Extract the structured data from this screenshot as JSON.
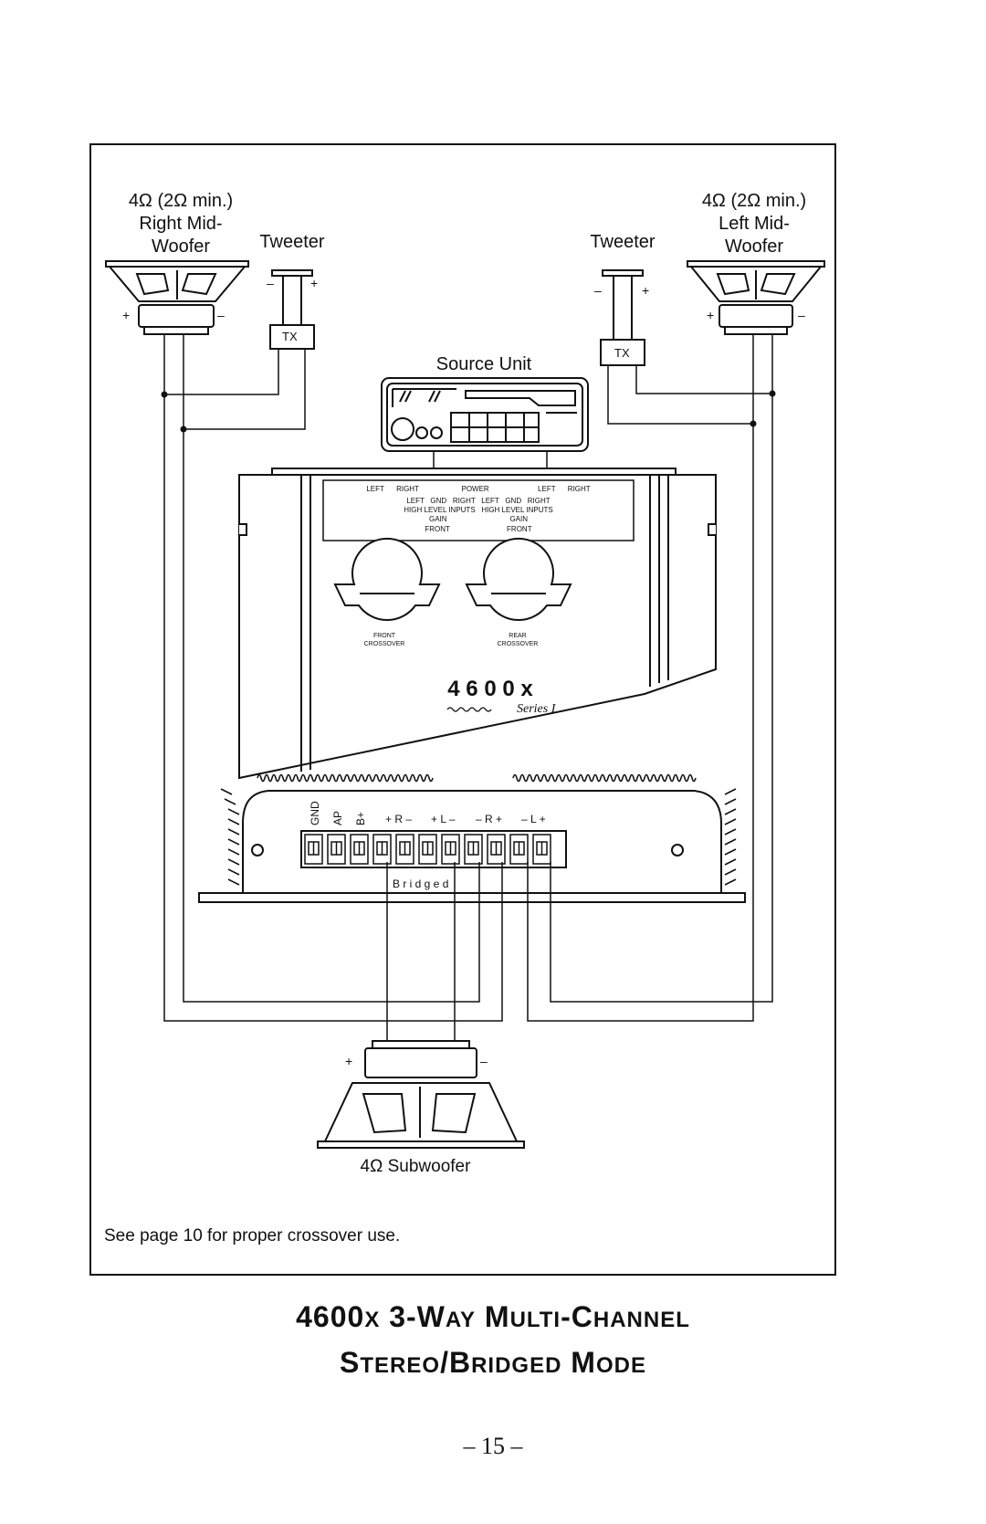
{
  "right_midwoofer": {
    "line1": "4Ω (2Ω min.)",
    "line2": "Right Mid-",
    "line3": "Woofer",
    "plus": "+",
    "minus": "–"
  },
  "left_midwoofer": {
    "line1": "4Ω (2Ω min.)",
    "line2": "Left Mid-",
    "line3": "Woofer",
    "plus": "+",
    "minus": "–"
  },
  "right_tweeter": {
    "label": "Tweeter",
    "minus": "–",
    "plus": "+",
    "tx": "TX"
  },
  "left_tweeter": {
    "label": "Tweeter",
    "minus": "–",
    "plus": "+",
    "tx": "TX"
  },
  "source_unit": {
    "label": "Source Unit"
  },
  "amp_panel": {
    "row1": "LEFT      RIGHT                     POWER                        LEFT      RIGHT",
    "row2": "LEFT   GND   RIGHT   LEFT   GND   RIGHT",
    "row3": "HIGH LEVEL INPUTS   HIGH LEVEL INPUTS",
    "row4": "GAIN                               GAIN",
    "row5": "FRONT                            FRONT",
    "front_xover": [
      "FRONT",
      "CROSSOVER"
    ],
    "rear_xover": [
      "REAR",
      "CROSSOVER"
    ],
    "model": "4 6 0 0 x",
    "series": "Series I"
  },
  "terminals": {
    "gnd": "GND",
    "ap": "AP",
    "bplus": "B+",
    "r1": "+ R –",
    "l1": "+ L –",
    "r2": "– R +",
    "l2": "– L +",
    "bridged": "B r i d g e d"
  },
  "subwoofer": {
    "label": "4Ω Subwoofer",
    "plus": "+",
    "minus": "–"
  },
  "footnote": "See page 10 for proper crossover  use.",
  "title": {
    "line1": [
      [
        "4600",
        "big"
      ],
      [
        "X",
        "sm"
      ],
      [
        " 3-W",
        "big"
      ],
      [
        "AY",
        "sm"
      ],
      [
        " M",
        "big"
      ],
      [
        "ULTI",
        "sm"
      ],
      [
        "-C",
        "big"
      ],
      [
        "HANNEL",
        "sm"
      ]
    ],
    "line2": [
      [
        "S",
        "big"
      ],
      [
        "TEREO",
        "sm"
      ],
      [
        "/B",
        "big"
      ],
      [
        "RIDGED",
        "sm"
      ],
      [
        " M",
        "big"
      ],
      [
        "ODE",
        "sm"
      ]
    ]
  },
  "page_number": "– 15 –"
}
